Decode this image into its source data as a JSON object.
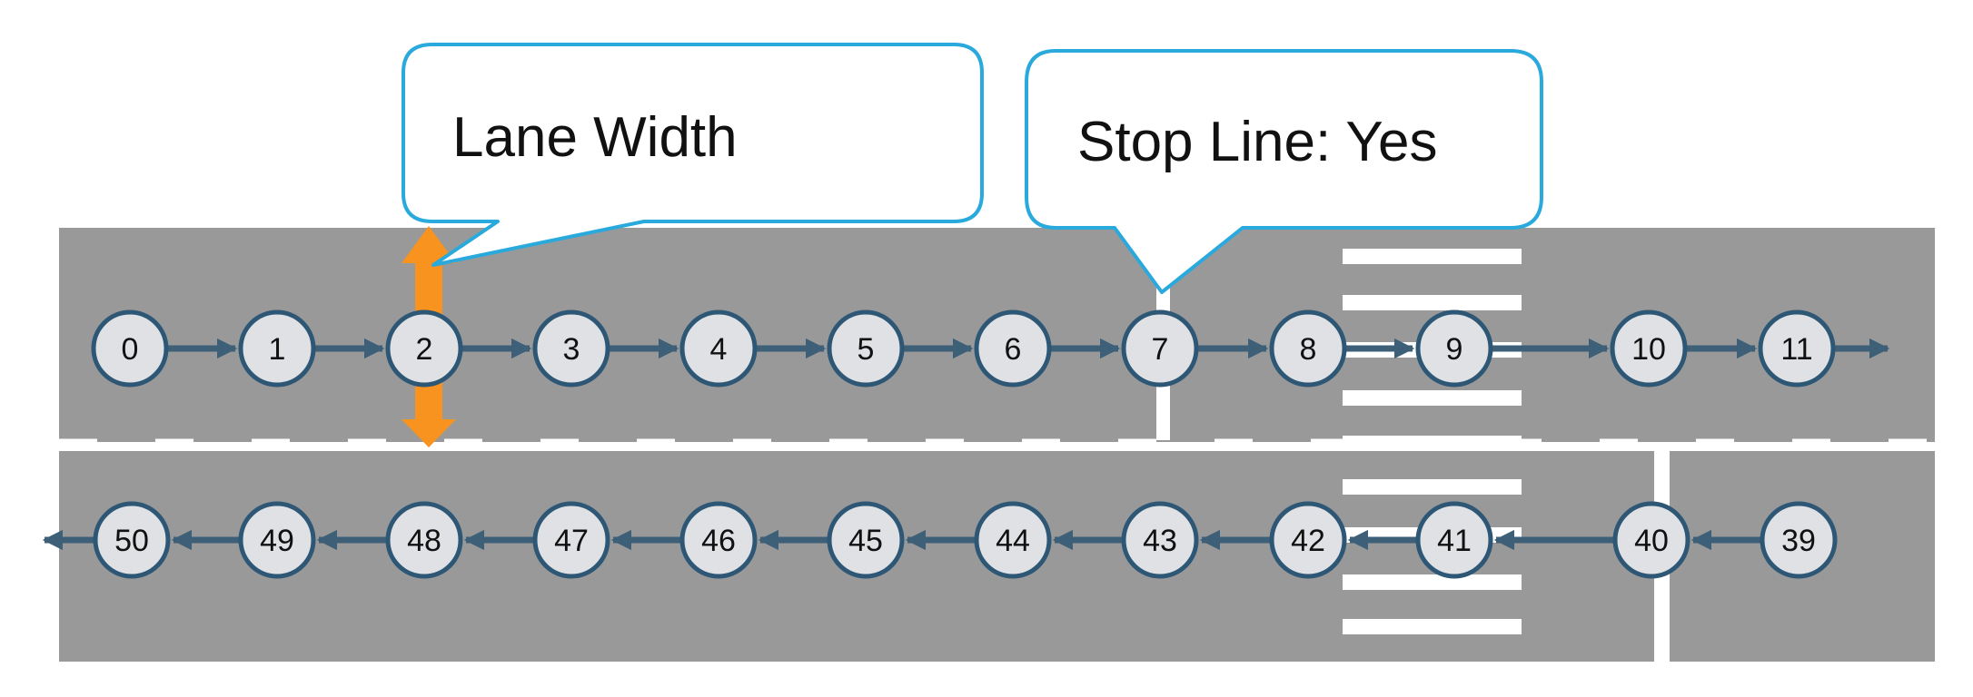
{
  "colors": {
    "road": "#999999",
    "marking": "#ffffff",
    "node_fill": "#dfe1e4",
    "node_stroke": "#2d5775",
    "arrow": "#3d6078",
    "callout_stroke": "#2aa9dd",
    "lane_width_arrow": "#f7931e"
  },
  "callouts": {
    "lane_width": "Lane Width",
    "stop_line": "Stop Line: Yes"
  },
  "top_lane": {
    "direction": "right",
    "nodes": [
      "0",
      "1",
      "2",
      "3",
      "4",
      "5",
      "6",
      "7",
      "8",
      "9",
      "10",
      "11"
    ]
  },
  "bottom_lane": {
    "direction": "left",
    "nodes": [
      "50",
      "49",
      "48",
      "47",
      "46",
      "45",
      "44",
      "43",
      "42",
      "41",
      "40",
      "39"
    ]
  },
  "features": {
    "stop_line": "present",
    "crosswalk": "present",
    "lane_width_indicator": "present"
  }
}
